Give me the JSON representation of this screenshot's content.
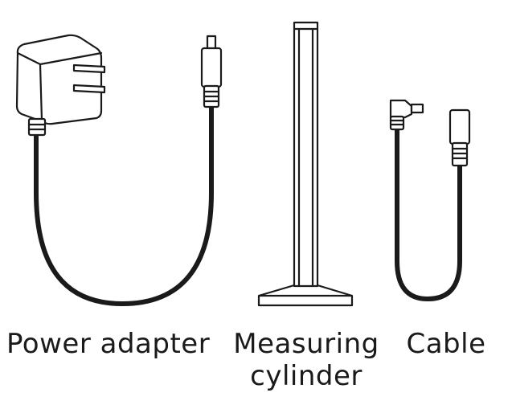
{
  "items": [
    {
      "id": "power-adapter",
      "label": "Power adapter"
    },
    {
      "id": "measuring-cylinder",
      "label_line1": "Measuring",
      "label_line2": "cylinder"
    },
    {
      "id": "cable",
      "label": "Cable"
    }
  ],
  "colors": {
    "stroke": "#1a1a1a",
    "fill": "#ffffff"
  }
}
